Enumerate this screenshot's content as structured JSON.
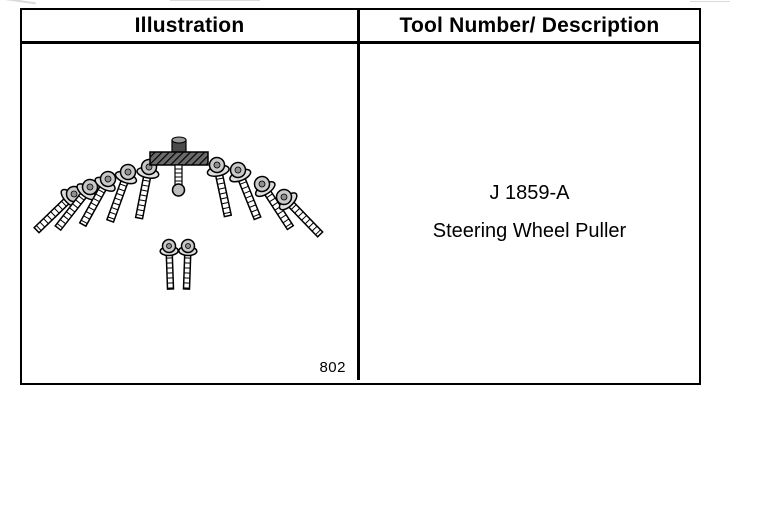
{
  "document": {
    "background_color": "#ffffff",
    "ink_color": "#000000"
  },
  "table": {
    "headers": [
      {
        "label": "Illustration"
      },
      {
        "label": "Tool Number/ Description"
      }
    ],
    "row": {
      "figure_number": "802",
      "tool_number": "J 1859-A",
      "tool_description": "Steering Wheel Puller"
    }
  },
  "illustration": {
    "icon": "steering-wheel-puller-bolt-set-illustration"
  }
}
